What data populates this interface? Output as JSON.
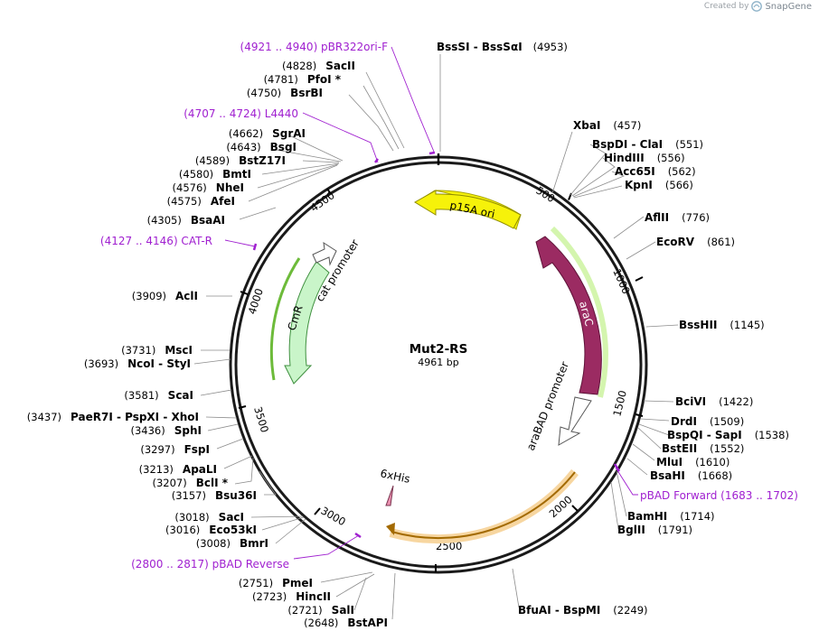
{
  "credit": {
    "created_by": "Created by",
    "brand": "SnapGene"
  },
  "plasmid": {
    "name": "Mut2-RS",
    "length_label": "4961 bp",
    "length": 4961
  },
  "ticks": [
    "500",
    "1000",
    "1500",
    "2000",
    "2500",
    "3000",
    "3500",
    "4000",
    "4500"
  ],
  "features": [
    {
      "id": "p15a-ori",
      "label": "p15A ori",
      "color": "#f6f20a",
      "stroke": "#a9a600",
      "text_inside": true
    },
    {
      "id": "arac",
      "label": "araC",
      "color": "#9b2b62",
      "stroke": "#5e1238",
      "text_inside": true,
      "text_color": "#ffffff"
    },
    {
      "id": "arabad-promoter",
      "label": "araBAD promoter",
      "color": "#ffffff",
      "stroke": "#555555"
    },
    {
      "id": "cmr",
      "label": "CmR",
      "color": "#c9f5c9",
      "stroke": "#3f8f3f",
      "text_inside": true
    },
    {
      "id": "cat-promoter",
      "label": "cat promoter",
      "color": "#ffffff",
      "stroke": "#555555"
    },
    {
      "id": "6xhis",
      "label": "6xHis",
      "color": "#e98fae",
      "stroke": "#7a3550"
    }
  ],
  "sites": [
    {
      "name": "BssSI  -  BssSαI",
      "pos": "(4953)"
    },
    {
      "name": "SacII",
      "pos": "(4828)"
    },
    {
      "name": "PfoI *",
      "pos": "(4781)"
    },
    {
      "name": "BsrBI",
      "pos": "(4750)"
    },
    {
      "name": "SgrAI",
      "pos": "(4662)"
    },
    {
      "name": "BsgI",
      "pos": "(4643)"
    },
    {
      "name": "BstZ17I",
      "pos": "(4589)"
    },
    {
      "name": "BmtI",
      "pos": "(4580)"
    },
    {
      "name": "NheI",
      "pos": "(4576)"
    },
    {
      "name": "AfeI",
      "pos": "(4575)"
    },
    {
      "name": "BsaAI",
      "pos": "(4305)"
    },
    {
      "name": "AclI",
      "pos": "(3909)"
    },
    {
      "name": "MscI",
      "pos": "(3731)"
    },
    {
      "name": "NcoI  -  StyI",
      "pos": "(3693)"
    },
    {
      "name": "ScaI",
      "pos": "(3581)"
    },
    {
      "name": "PaeR7I  -  PspXI  -  XhoI",
      "pos": "(3437)"
    },
    {
      "name": "SphI",
      "pos": "(3436)"
    },
    {
      "name": "FspI",
      "pos": "(3297)"
    },
    {
      "name": "ApaLI",
      "pos": "(3213)"
    },
    {
      "name": "BclI *",
      "pos": "(3207)"
    },
    {
      "name": "Bsu36I",
      "pos": "(3157)"
    },
    {
      "name": "SacI",
      "pos": "(3018)"
    },
    {
      "name": "Eco53kI",
      "pos": "(3016)"
    },
    {
      "name": "BmrI",
      "pos": "(3008)"
    },
    {
      "name": "PmeI",
      "pos": "(2751)"
    },
    {
      "name": "HincII",
      "pos": "(2723)"
    },
    {
      "name": "SalI",
      "pos": "(2721)"
    },
    {
      "name": "BstAPI",
      "pos": "(2648)"
    },
    {
      "name": "XbaI",
      "pos": "(457)"
    },
    {
      "name": "BspDI  -  ClaI",
      "pos": "(551)"
    },
    {
      "name": "HindIII",
      "pos": "(556)"
    },
    {
      "name": "Acc65I",
      "pos": "(562)"
    },
    {
      "name": "KpnI",
      "pos": "(566)"
    },
    {
      "name": "AflII",
      "pos": "(776)"
    },
    {
      "name": "EcoRV",
      "pos": "(861)"
    },
    {
      "name": "BssHII",
      "pos": "(1145)"
    },
    {
      "name": "BciVI",
      "pos": "(1422)"
    },
    {
      "name": "DrdI",
      "pos": "(1509)"
    },
    {
      "name": "BspQI  -  SapI",
      "pos": "(1538)"
    },
    {
      "name": "BstEII",
      "pos": "(1552)"
    },
    {
      "name": "MluI",
      "pos": "(1610)"
    },
    {
      "name": "BsaHI",
      "pos": "(1668)"
    },
    {
      "name": "BamHI",
      "pos": "(1714)"
    },
    {
      "name": "BglII",
      "pos": "(1791)"
    },
    {
      "name": "BfuAI  -  BspMI",
      "pos": "(2249)"
    }
  ],
  "primers": [
    {
      "label": "(4921 .. 4940)  pBR322ori-F"
    },
    {
      "label": "(4707 .. 4724)  L4440"
    },
    {
      "label": "(4127 .. 4146)  CAT-R"
    },
    {
      "label": "pBAD Forward   (1683 .. 1702)"
    },
    {
      "label": "(2800 .. 2817)  pBAD Reverse"
    }
  ]
}
